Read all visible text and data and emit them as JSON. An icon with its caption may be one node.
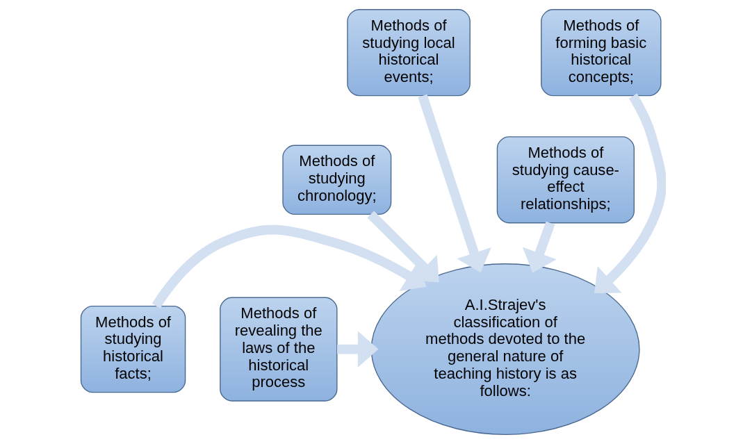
{
  "diagram": {
    "nodes": [
      {
        "text": [
          "Methods of studying local historical events;"
        ]
      },
      {
        "text": [
          "Methods of forming basic historical concepts;"
        ]
      },
      {
        "text": [
          "Methods of studying chronology;"
        ]
      },
      {
        "text": [
          "Methods of studying cause-effect relationships;"
        ]
      },
      {
        "text": [
          "Methods of studying historical facts;"
        ]
      },
      {
        "text": [
          "A.I.Strajev's classification of methods devoted to the general nature of teaching history is as follows:"
        ]
      },
      {
        "text": [
          "Methods of revealing the laws of the historical process"
        ]
      }
    ],
    "edges": [
      {
        "from": 0,
        "to": 5,
        "arrow": "to"
      },
      {
        "from": 1,
        "to": 5,
        "arrow": "to"
      },
      {
        "from": 2,
        "to": 5,
        "arrow": "to"
      },
      {
        "from": 3,
        "to": 5,
        "arrow": "to"
      },
      {
        "from": 4,
        "to": 5,
        "arrow": "to"
      },
      {
        "from": 6,
        "to": 5,
        "arrow": "to"
      }
    ]
  }
}
